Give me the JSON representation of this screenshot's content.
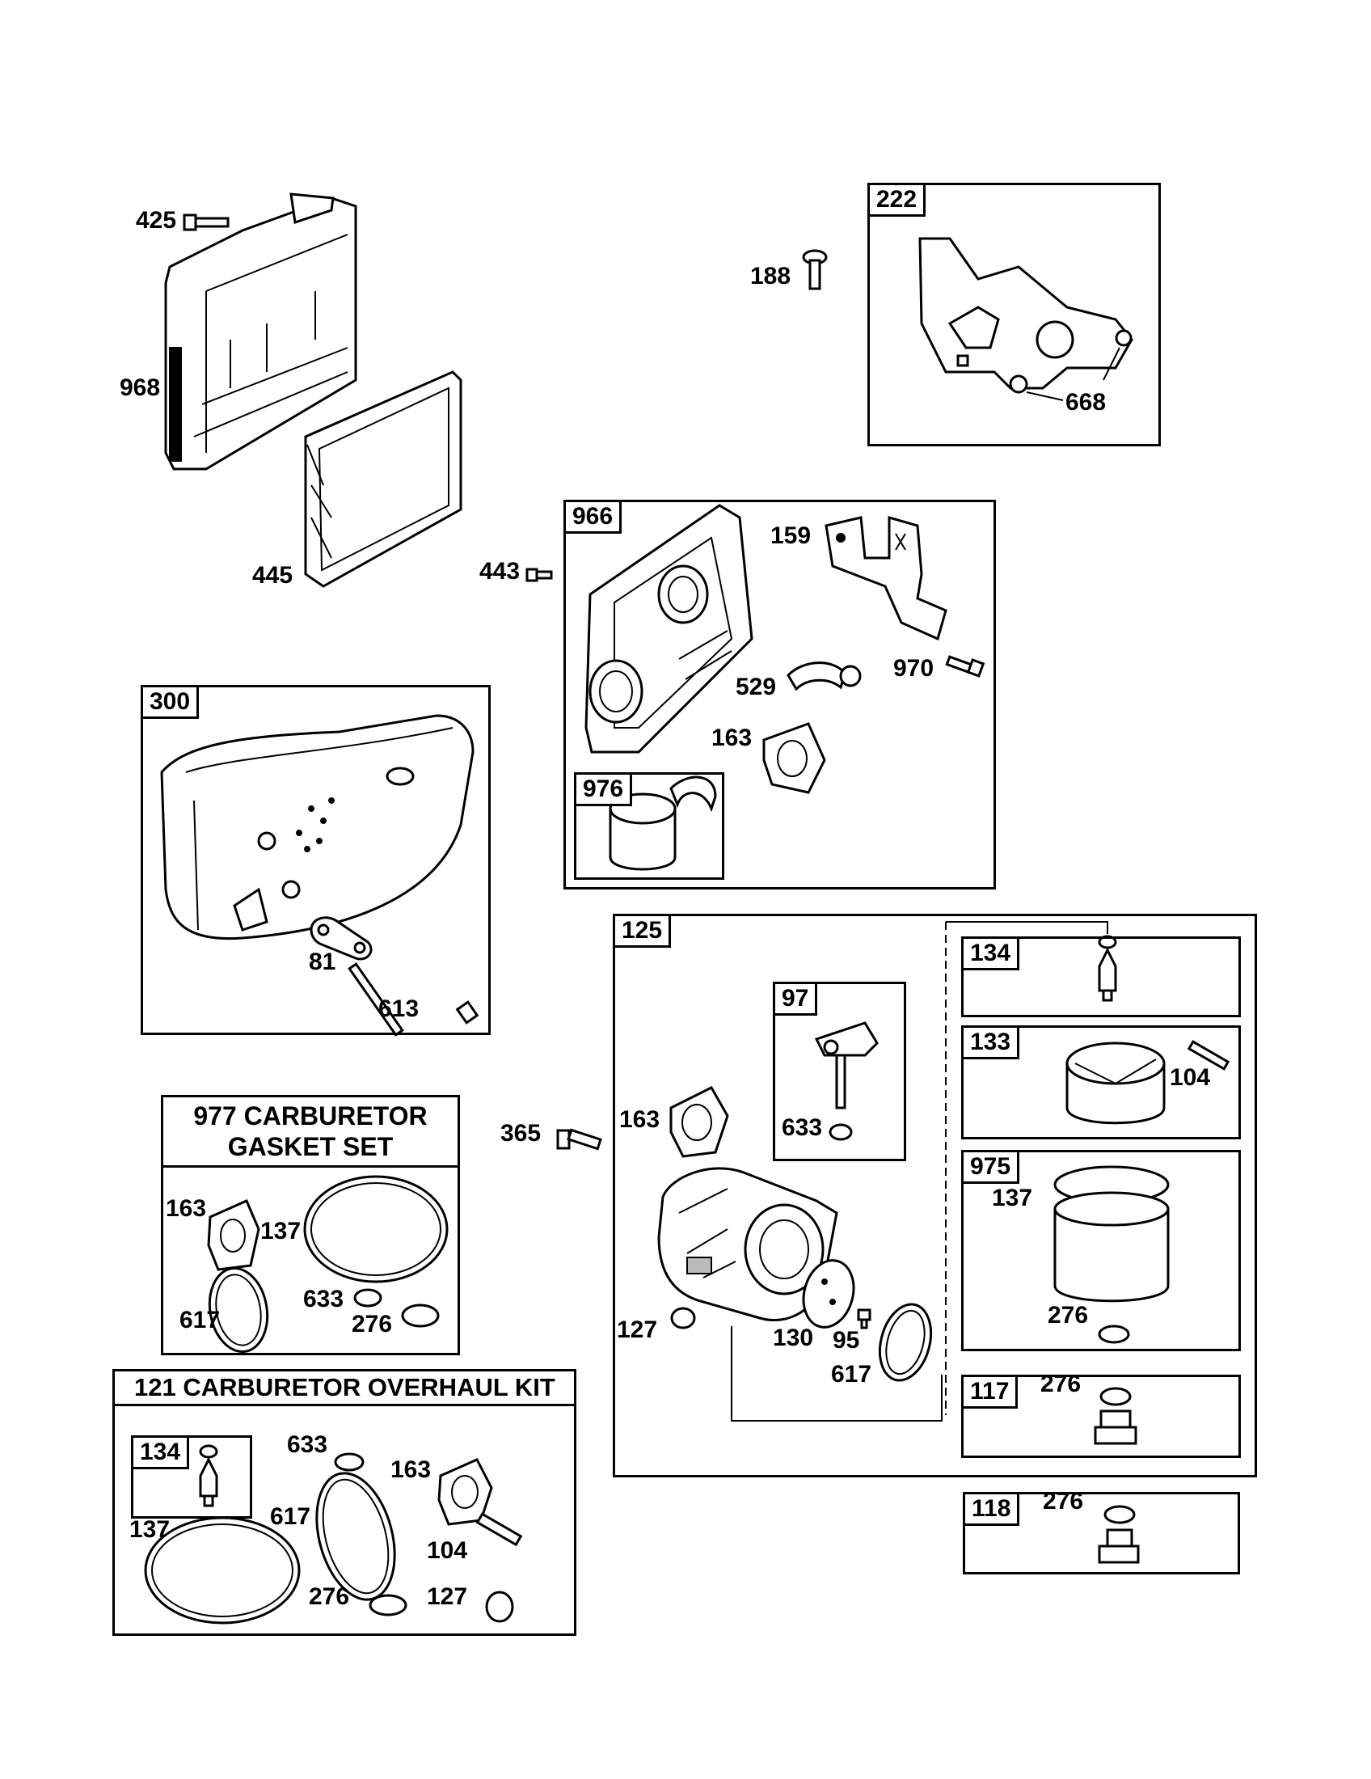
{
  "boxes": {
    "b222": "222",
    "b966": "966",
    "b976": "976",
    "b300": "300",
    "b125": "125",
    "b97": "97",
    "b134a": "134",
    "b133": "133",
    "b975": "975",
    "b117": "117",
    "b118": "118",
    "b134b": "134"
  },
  "kits": {
    "k977_line1": "977 CARBURETOR",
    "k977_line2": "GASKET SET",
    "k121": "121 CARBURETOR OVERHAUL KIT"
  },
  "labels": {
    "l425": "425",
    "l968": "968",
    "l445": "445",
    "l443": "443",
    "l188": "188",
    "l668": "668",
    "l159": "159",
    "l970": "970",
    "l529": "529",
    "l163a": "163",
    "l81": "81",
    "l613": "613",
    "l365": "365",
    "l163b": "163",
    "l633a": "633",
    "l127a": "127",
    "l130": "130",
    "l95": "95",
    "l617a": "617",
    "l104a": "104",
    "l137a": "137",
    "l276a": "276",
    "l276b": "276",
    "l276c": "276",
    "l163c": "163",
    "l137b": "137",
    "l617b": "617",
    "l633b": "633",
    "l276d": "276",
    "l633c": "633",
    "l163d": "163",
    "l137c": "137",
    "l617c": "617",
    "l104b": "104",
    "l276e": "276",
    "l127b": "127"
  }
}
